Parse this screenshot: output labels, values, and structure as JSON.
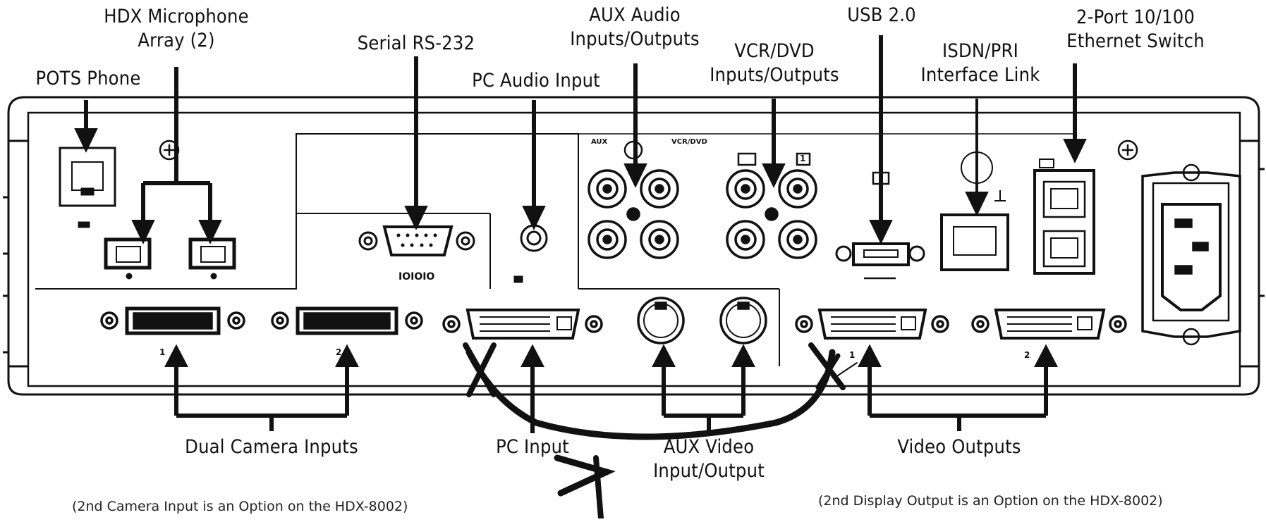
{
  "callouts": {
    "hdx_mic": [
      "HDX Microphone",
      "Array (2)"
    ],
    "pots": "POTS Phone",
    "serial": "Serial RS-232",
    "pc_audio": "PC Audio Input",
    "aux_audio": [
      "AUX Audio",
      "Inputs/Outputs"
    ],
    "vcr_dvd": [
      "VCR/DVD",
      "Inputs/Outputs"
    ],
    "usb": "USB 2.0",
    "isdn": [
      "ISDN/PRI",
      "Interface Link"
    ],
    "ethernet": [
      "2-Port 10/100",
      "Ethernet Switch"
    ],
    "dual_camera": "Dual Camera Inputs",
    "pc_input": "PC Input",
    "aux_video": [
      "AUX Video",
      "Input/Output"
    ],
    "video_outputs": "Video Outputs"
  },
  "notes": {
    "camera": "(2nd Camera Input is an Option on the HDX-8002)",
    "display": "(2nd Display Output is an Option on the HDX-8002)"
  },
  "panel_marks": {
    "serial": "IOIOIO",
    "cam1": "1",
    "cam2": "2",
    "out1": "1",
    "out2": "2",
    "aux": "AUX",
    "vcr": "VCR/DVD",
    "vcr_num": "1"
  }
}
